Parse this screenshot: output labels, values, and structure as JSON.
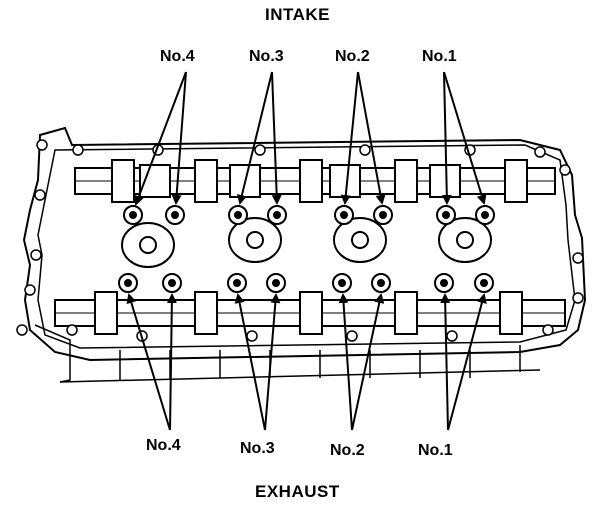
{
  "diagram": {
    "top_label": "INTAKE",
    "bottom_label": "EXHAUST",
    "intake_cylinders": [
      "No.4",
      "No.3",
      "No.2",
      "No.1"
    ],
    "exhaust_cylinders": [
      "No.4",
      "No.3",
      "No.2",
      "No.1"
    ]
  }
}
